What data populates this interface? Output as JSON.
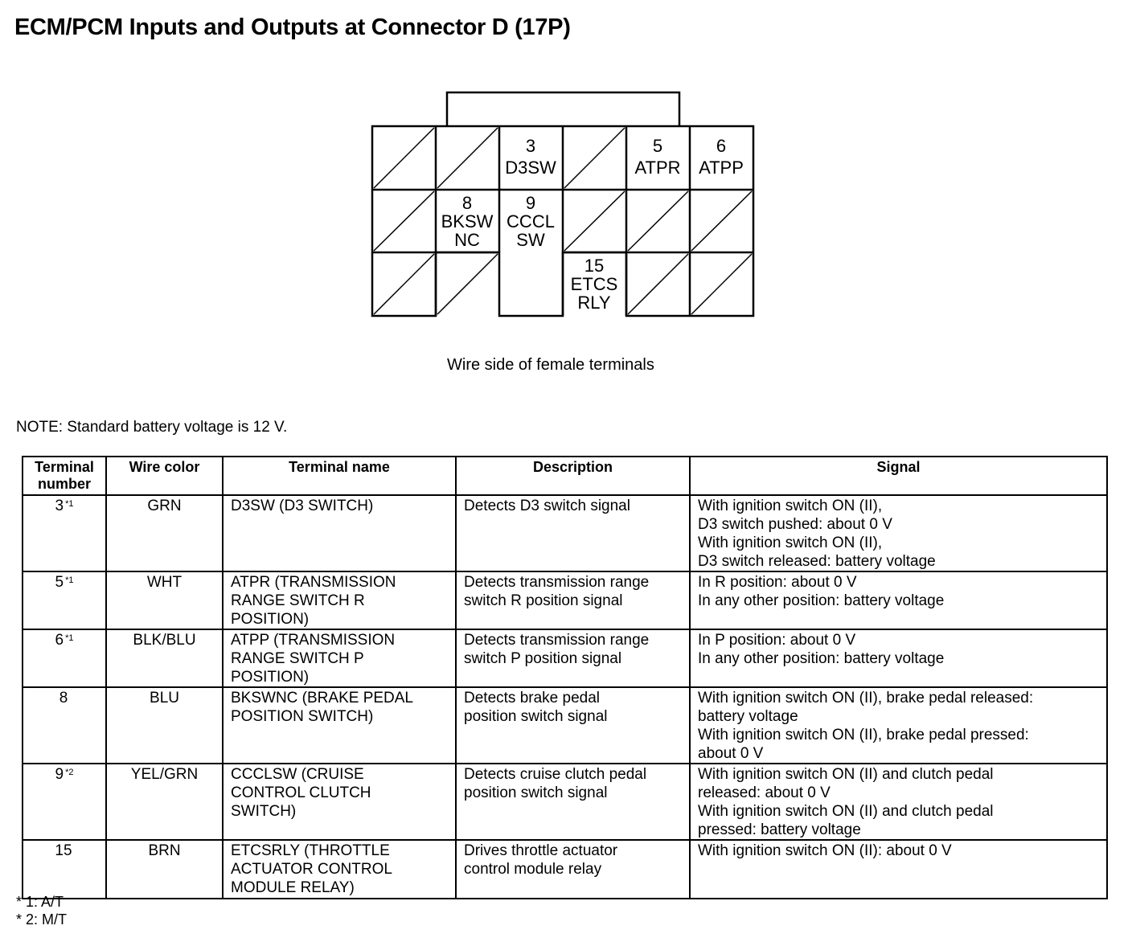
{
  "title": "ECM/PCM Inputs and Outputs at Connector D (17P)",
  "connector": {
    "caption": "Wire side of female terminals",
    "cells": [
      {
        "num": "3",
        "labels": [
          "D3SW"
        ]
      },
      {
        "num": "5",
        "labels": [
          "ATPR"
        ]
      },
      {
        "num": "6",
        "labels": [
          "ATPP"
        ]
      },
      {
        "num": "8",
        "labels": [
          "BKSW",
          "NC"
        ]
      },
      {
        "num": "9",
        "labels": [
          "CCCL",
          "SW"
        ]
      },
      {
        "num": "15",
        "labels": [
          "ETCS",
          "RLY"
        ]
      }
    ]
  },
  "note": "NOTE: Standard battery voltage is 12 V.",
  "table": {
    "headers": {
      "terminal": [
        "Terminal",
        "number"
      ],
      "wire": "Wire color",
      "name": "Terminal name",
      "description": "Description",
      "signal": "Signal"
    },
    "rows": [
      {
        "terminal": "3",
        "fn": "*1",
        "wire": "GRN",
        "name": [
          "D3SW (D3 SWITCH)"
        ],
        "description": [
          "Detects D3 switch signal"
        ],
        "signal": [
          "With ignition switch ON (II),",
          "D3 switch pushed: about 0 V",
          "With ignition switch ON (II),",
          "D3 switch released: battery voltage"
        ]
      },
      {
        "terminal": "5",
        "fn": "*1",
        "wire": "WHT",
        "name": [
          "ATPR (TRANSMISSION",
          "RANGE SWITCH R",
          "POSITION)"
        ],
        "description": [
          "Detects transmission range",
          "switch R position signal"
        ],
        "signal": [
          "In R position: about 0 V",
          "In any other position: battery voltage"
        ]
      },
      {
        "terminal": "6",
        "fn": "*1",
        "wire": "BLK/BLU",
        "name": [
          "ATPP (TRANSMISSION",
          "RANGE SWITCH P",
          "POSITION)"
        ],
        "description": [
          "Detects transmission range",
          "switch P position signal"
        ],
        "signal": [
          "In P position: about 0 V",
          "In any other position: battery voltage"
        ]
      },
      {
        "terminal": "8",
        "fn": "",
        "wire": "BLU",
        "name": [
          "BKSWNC (BRAKE PEDAL",
          "POSITION SWITCH)"
        ],
        "description": [
          "Detects brake pedal",
          "position switch signal"
        ],
        "signal": [
          "With ignition switch ON (II), brake pedal released:",
          "battery voltage",
          "With ignition switch ON (II), brake pedal pressed:",
          "about 0 V"
        ]
      },
      {
        "terminal": "9",
        "fn": "*2",
        "wire": "YEL/GRN",
        "name": [
          "CCCLSW (CRUISE",
          "CONTROL CLUTCH",
          "SWITCH)"
        ],
        "description": [
          "Detects cruise clutch pedal",
          "position switch signal"
        ],
        "signal": [
          "With ignition switch ON (II) and clutch pedal",
          "released: about 0 V",
          "With ignition switch ON (II) and clutch pedal",
          "pressed: battery voltage"
        ]
      },
      {
        "terminal": "15",
        "fn": "",
        "wire": "BRN",
        "name": [
          "ETCSRLY (THROTTLE",
          "ACTUATOR CONTROL",
          "MODULE RELAY)"
        ],
        "description": [
          "Drives throttle actuator",
          "control module relay"
        ],
        "signal": [
          "With ignition switch ON (II): about 0 V"
        ]
      }
    ]
  },
  "footnotes": [
    "* 1: A/T",
    "* 2: M/T"
  ]
}
